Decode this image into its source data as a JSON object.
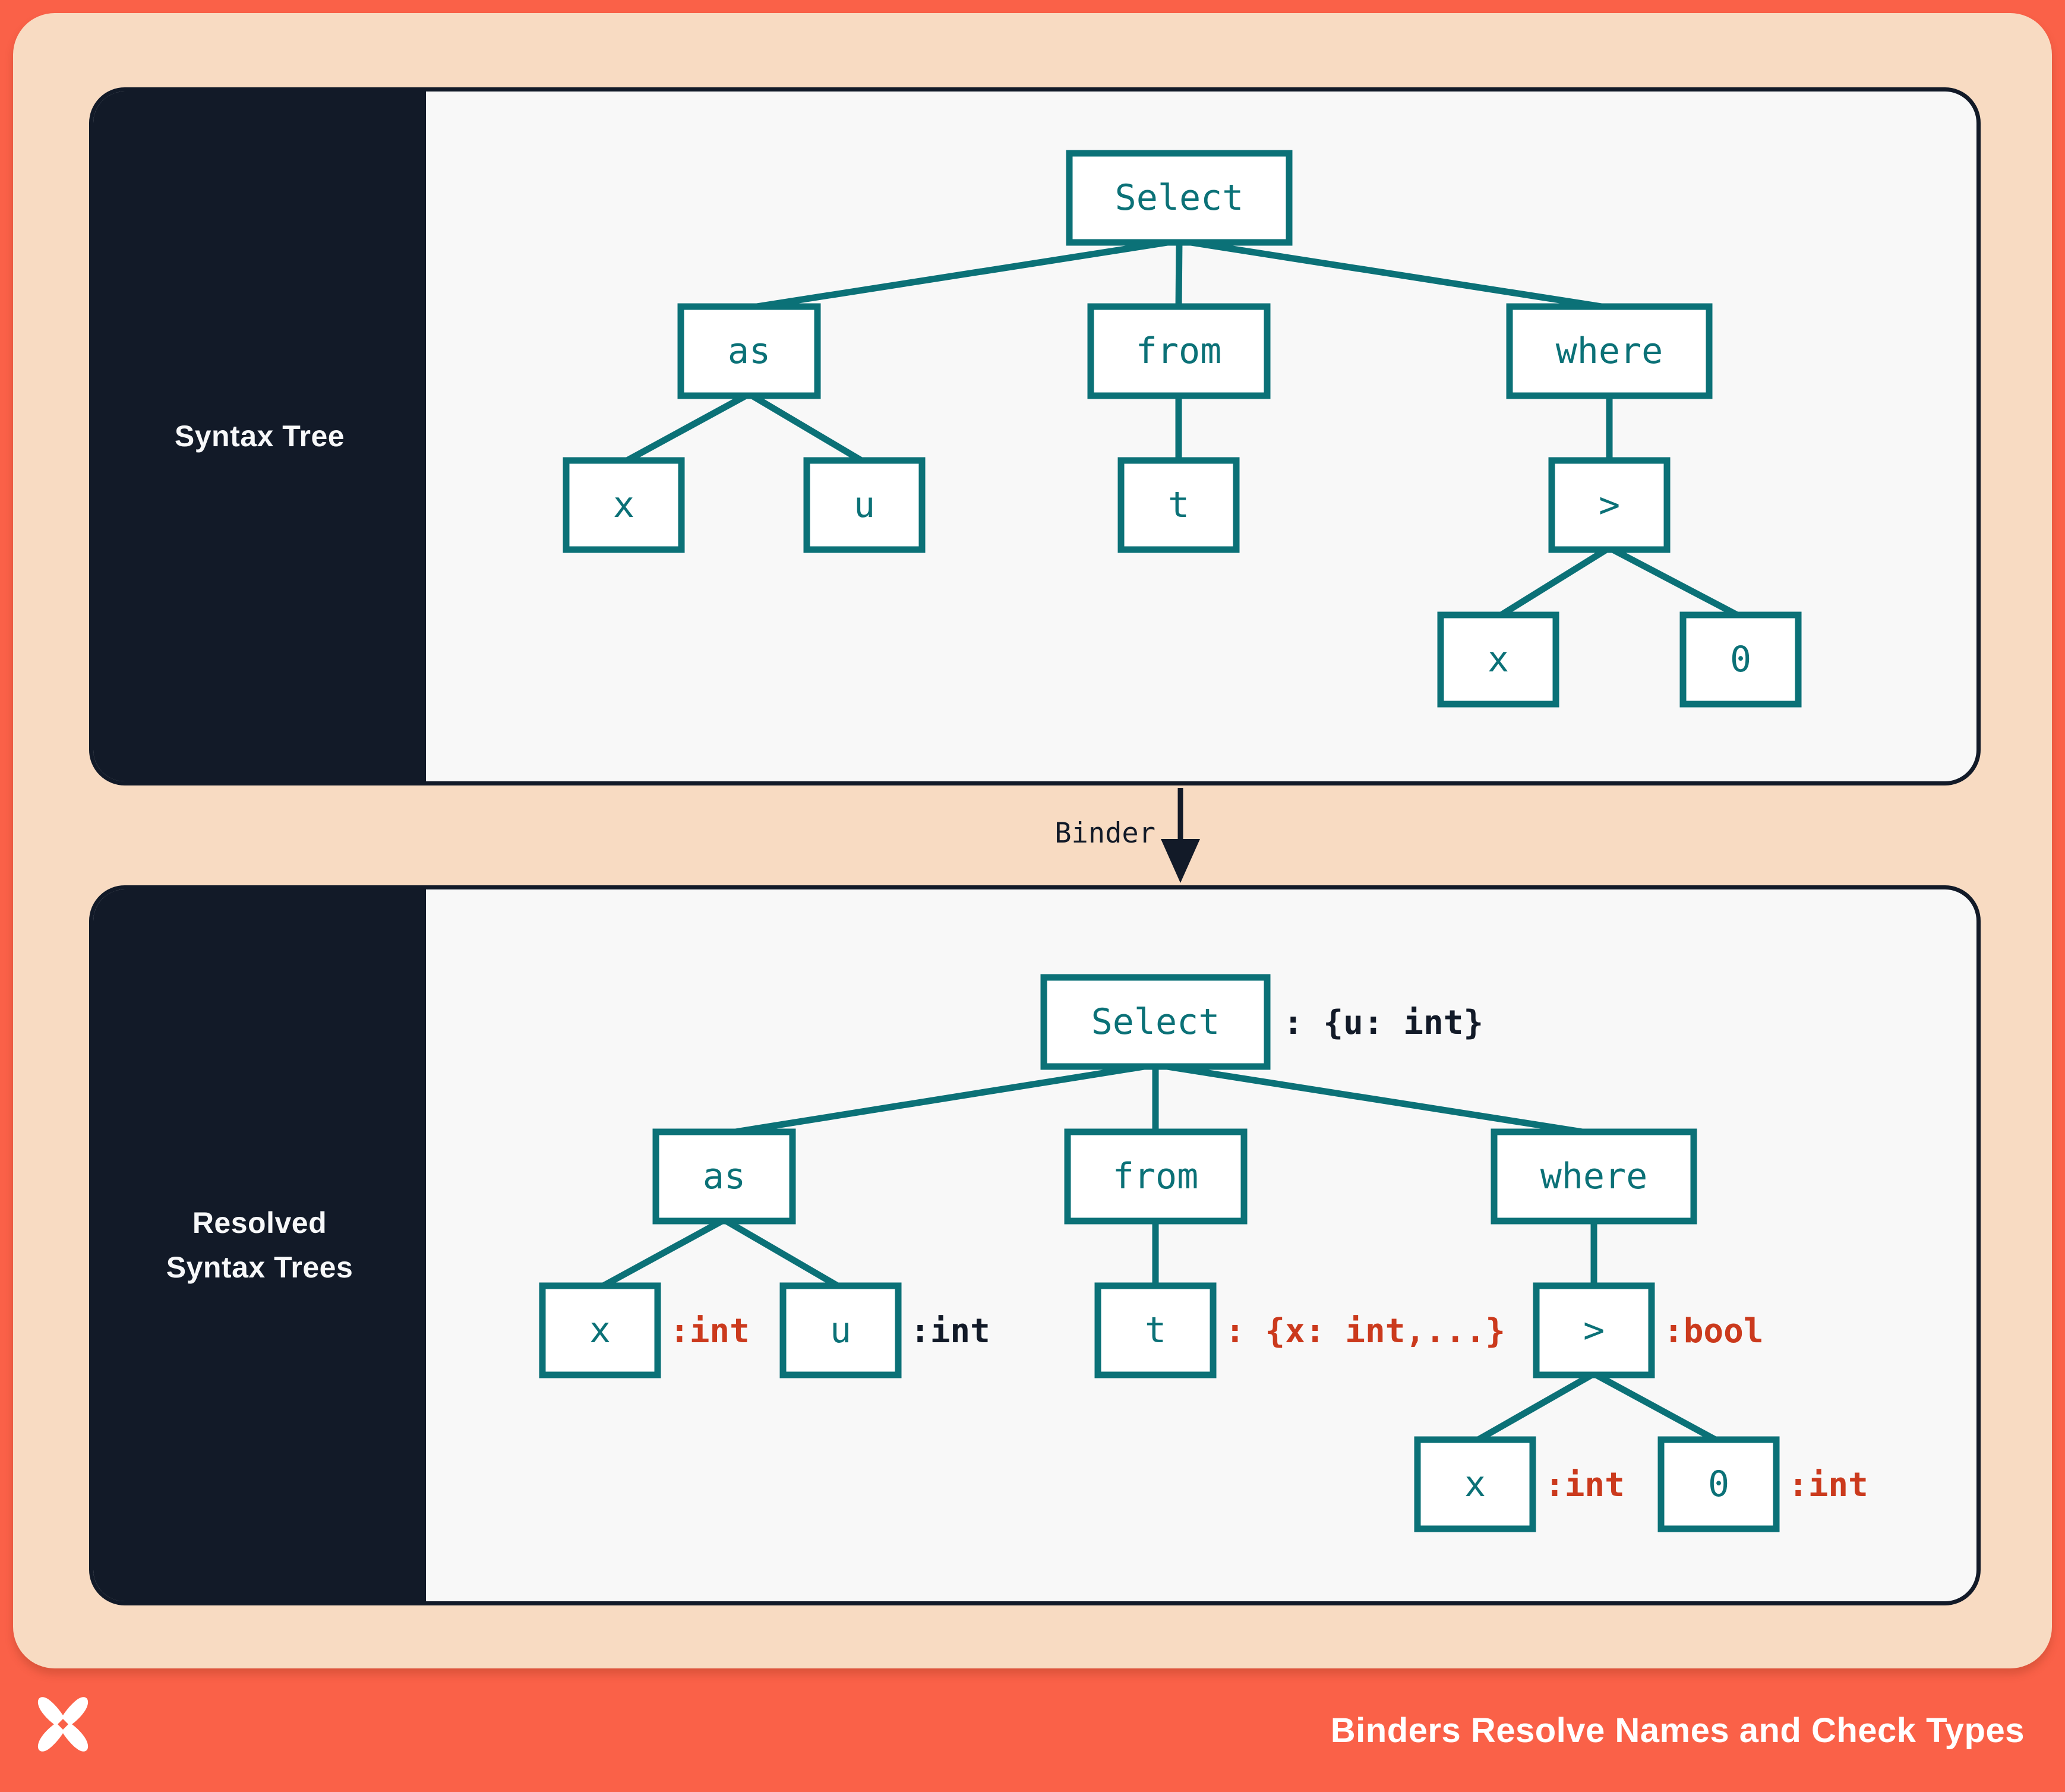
{
  "colors": {
    "frame_orange": "#FA6148",
    "peach": "#F8DBC2",
    "navy": "#121A28",
    "teal": "#0B7177",
    "annotation_red": "#CB3A1D",
    "panel_bg": "#F8F8F8",
    "node_fill": "#FFFFFF",
    "text_white": "#FFFFFF"
  },
  "top_panel": {
    "title": "Syntax Tree"
  },
  "bottom_panel": {
    "title_line1": "Resolved",
    "title_line2": "Syntax Trees"
  },
  "binder": {
    "label": "Binder"
  },
  "top_tree": {
    "select": "Select",
    "as": "as",
    "from": "from",
    "where": "where",
    "x1": "x",
    "u": "u",
    "t": "t",
    "gt": ">",
    "x2": "x",
    "zero": "0"
  },
  "bottom_tree": {
    "select": "Select",
    "select_ann": ": {u: int}",
    "as": "as",
    "from": "from",
    "where": "where",
    "x1": "x",
    "x1_ann": ":int",
    "u": "u",
    "u_ann": ":int",
    "t": "t",
    "t_ann": ": {x: int,...}",
    "gt": ">",
    "gt_ann": ":bool",
    "x2": "x",
    "x2_ann": ":int",
    "zero": "0",
    "zero_ann": ":int"
  },
  "footer": {
    "title": "Binders Resolve Names and Check Types"
  }
}
